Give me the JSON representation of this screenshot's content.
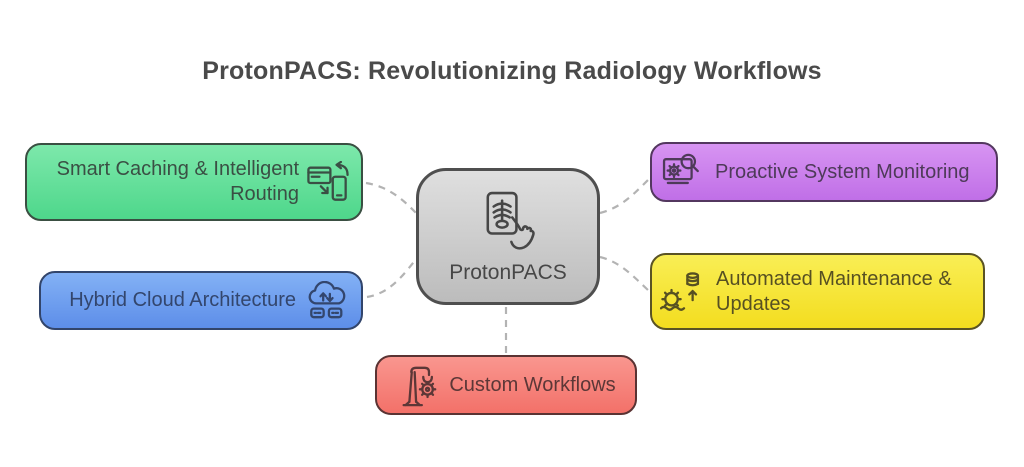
{
  "title": "ProtonPACS: Revolutionizing Radiology Workflows",
  "colors": {
    "background": "#ffffff",
    "title_text": "#4a4a4a",
    "connector": "#b3b3b3"
  },
  "center_node": {
    "label": "ProtonPACS",
    "icon": "radiology-tablet-hand-icon",
    "fill_top": "#dfdfdf",
    "fill_bottom": "#bcbcbc",
    "border_color": "#4f4f4f",
    "text_color": "#474747"
  },
  "feature_nodes": [
    {
      "id": "smart-caching",
      "label": "Smart Caching & Intelligent Routing",
      "icon": "device-sync-icon",
      "icon_side": "right",
      "fill_top": "#7de8ab",
      "fill_bottom": "#4ed78b",
      "border_color": "#3a4f42",
      "text_color": "#3a4f44"
    },
    {
      "id": "hybrid-cloud",
      "label": "Hybrid Cloud Architecture",
      "icon": "hybrid-cloud-icon",
      "icon_side": "right",
      "fill_top": "#83b1f5",
      "fill_bottom": "#5d8ee9",
      "border_color": "#32456b",
      "text_color": "#33466d"
    },
    {
      "id": "proactive-monitoring",
      "label": "Proactive System Monitoring",
      "icon": "system-monitoring-icon",
      "icon_side": "left",
      "fill_top": "#d794f2",
      "fill_bottom": "#c06fe7",
      "border_color": "#53375f",
      "text_color": "#4e3a59"
    },
    {
      "id": "automated-maintenance",
      "label": "Automated Maintenance & Updates",
      "icon": "maintenance-updates-icon",
      "icon_side": "left",
      "fill_top": "#f9ee55",
      "fill_bottom": "#f3dd1f",
      "border_color": "#5a5324",
      "text_color": "#575022"
    },
    {
      "id": "custom-workflows",
      "label": "Custom Workflows",
      "icon": "robot-arm-icon",
      "icon_side": "left",
      "fill_top": "#f9968f",
      "fill_bottom": "#f37169",
      "border_color": "#5a3333",
      "text_color": "#5c3737"
    }
  ]
}
